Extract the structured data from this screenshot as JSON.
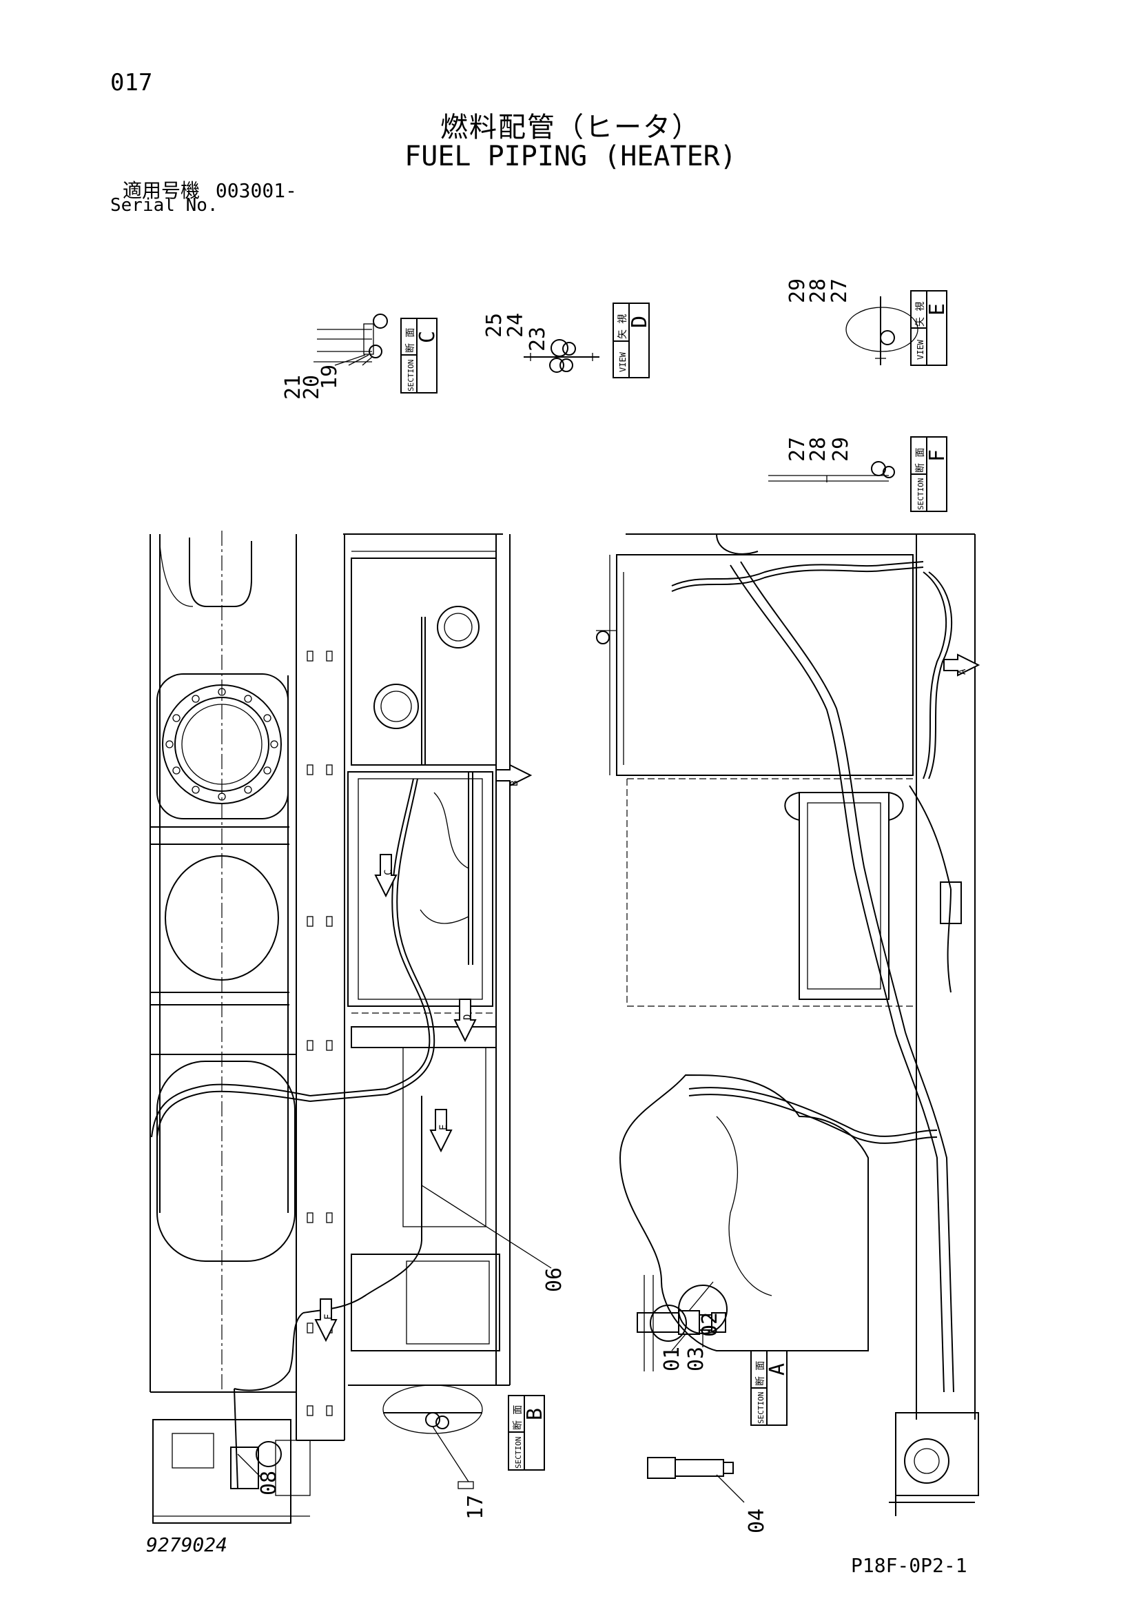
{
  "header": {
    "page_number": "017",
    "title_jp": "燃料配管（ヒータ）",
    "title_en": "FUEL PIPING (HEATER)",
    "serial_label_jp": "適用号機",
    "serial_value": "003001-",
    "serial_label_en": "Serial No."
  },
  "footer": {
    "document_number": "9279024",
    "reference_code": "P18F-0P2-1"
  },
  "tags": {
    "section_jp": "断 面",
    "section_en": "SECTION",
    "view_jp": "矢 視",
    "view_en": "VIEW",
    "letters": {
      "a": "A",
      "b": "B",
      "c": "C",
      "d": "D",
      "e": "E",
      "f": "F"
    }
  },
  "callouts": {
    "c01": "01",
    "c02": "02",
    "c03": "03",
    "c04": "04",
    "c06": "06",
    "c08": "08",
    "c17": "17",
    "c19": "19",
    "c20": "20",
    "c21": "21",
    "c23": "23",
    "c24": "24",
    "c25": "25",
    "c27": "27",
    "c28": "28",
    "c29": "29"
  },
  "arrow_markers": {
    "a": "A",
    "b": "B",
    "c": "C",
    "d": "D",
    "e": "E",
    "f": "F"
  }
}
